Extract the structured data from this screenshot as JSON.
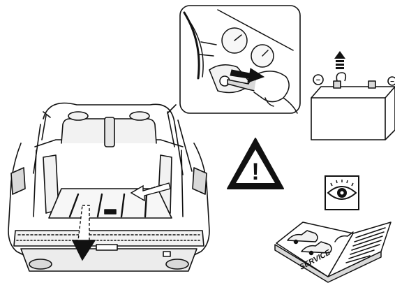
{
  "illustration": {
    "panels": [
      {
        "id": "ignition-key-removal",
        "icon": "ignition-key"
      },
      {
        "id": "battery-disconnect",
        "icon": "battery",
        "terminals": [
          "−",
          "−"
        ]
      },
      {
        "id": "warning",
        "icon": "warning-triangle",
        "symbol": "!"
      },
      {
        "id": "inspect",
        "icon": "eye"
      },
      {
        "id": "service-manual",
        "icon": "open-book",
        "book_text": "SERVICE"
      },
      {
        "id": "vehicle-rear-cargo",
        "icon": "open-tailgate-cargo-floor"
      }
    ],
    "colors": {
      "line": "#111111",
      "fill_light": "#f2f2f2",
      "fill_mid": "#d9d9d9",
      "background": "#ffffff"
    }
  }
}
